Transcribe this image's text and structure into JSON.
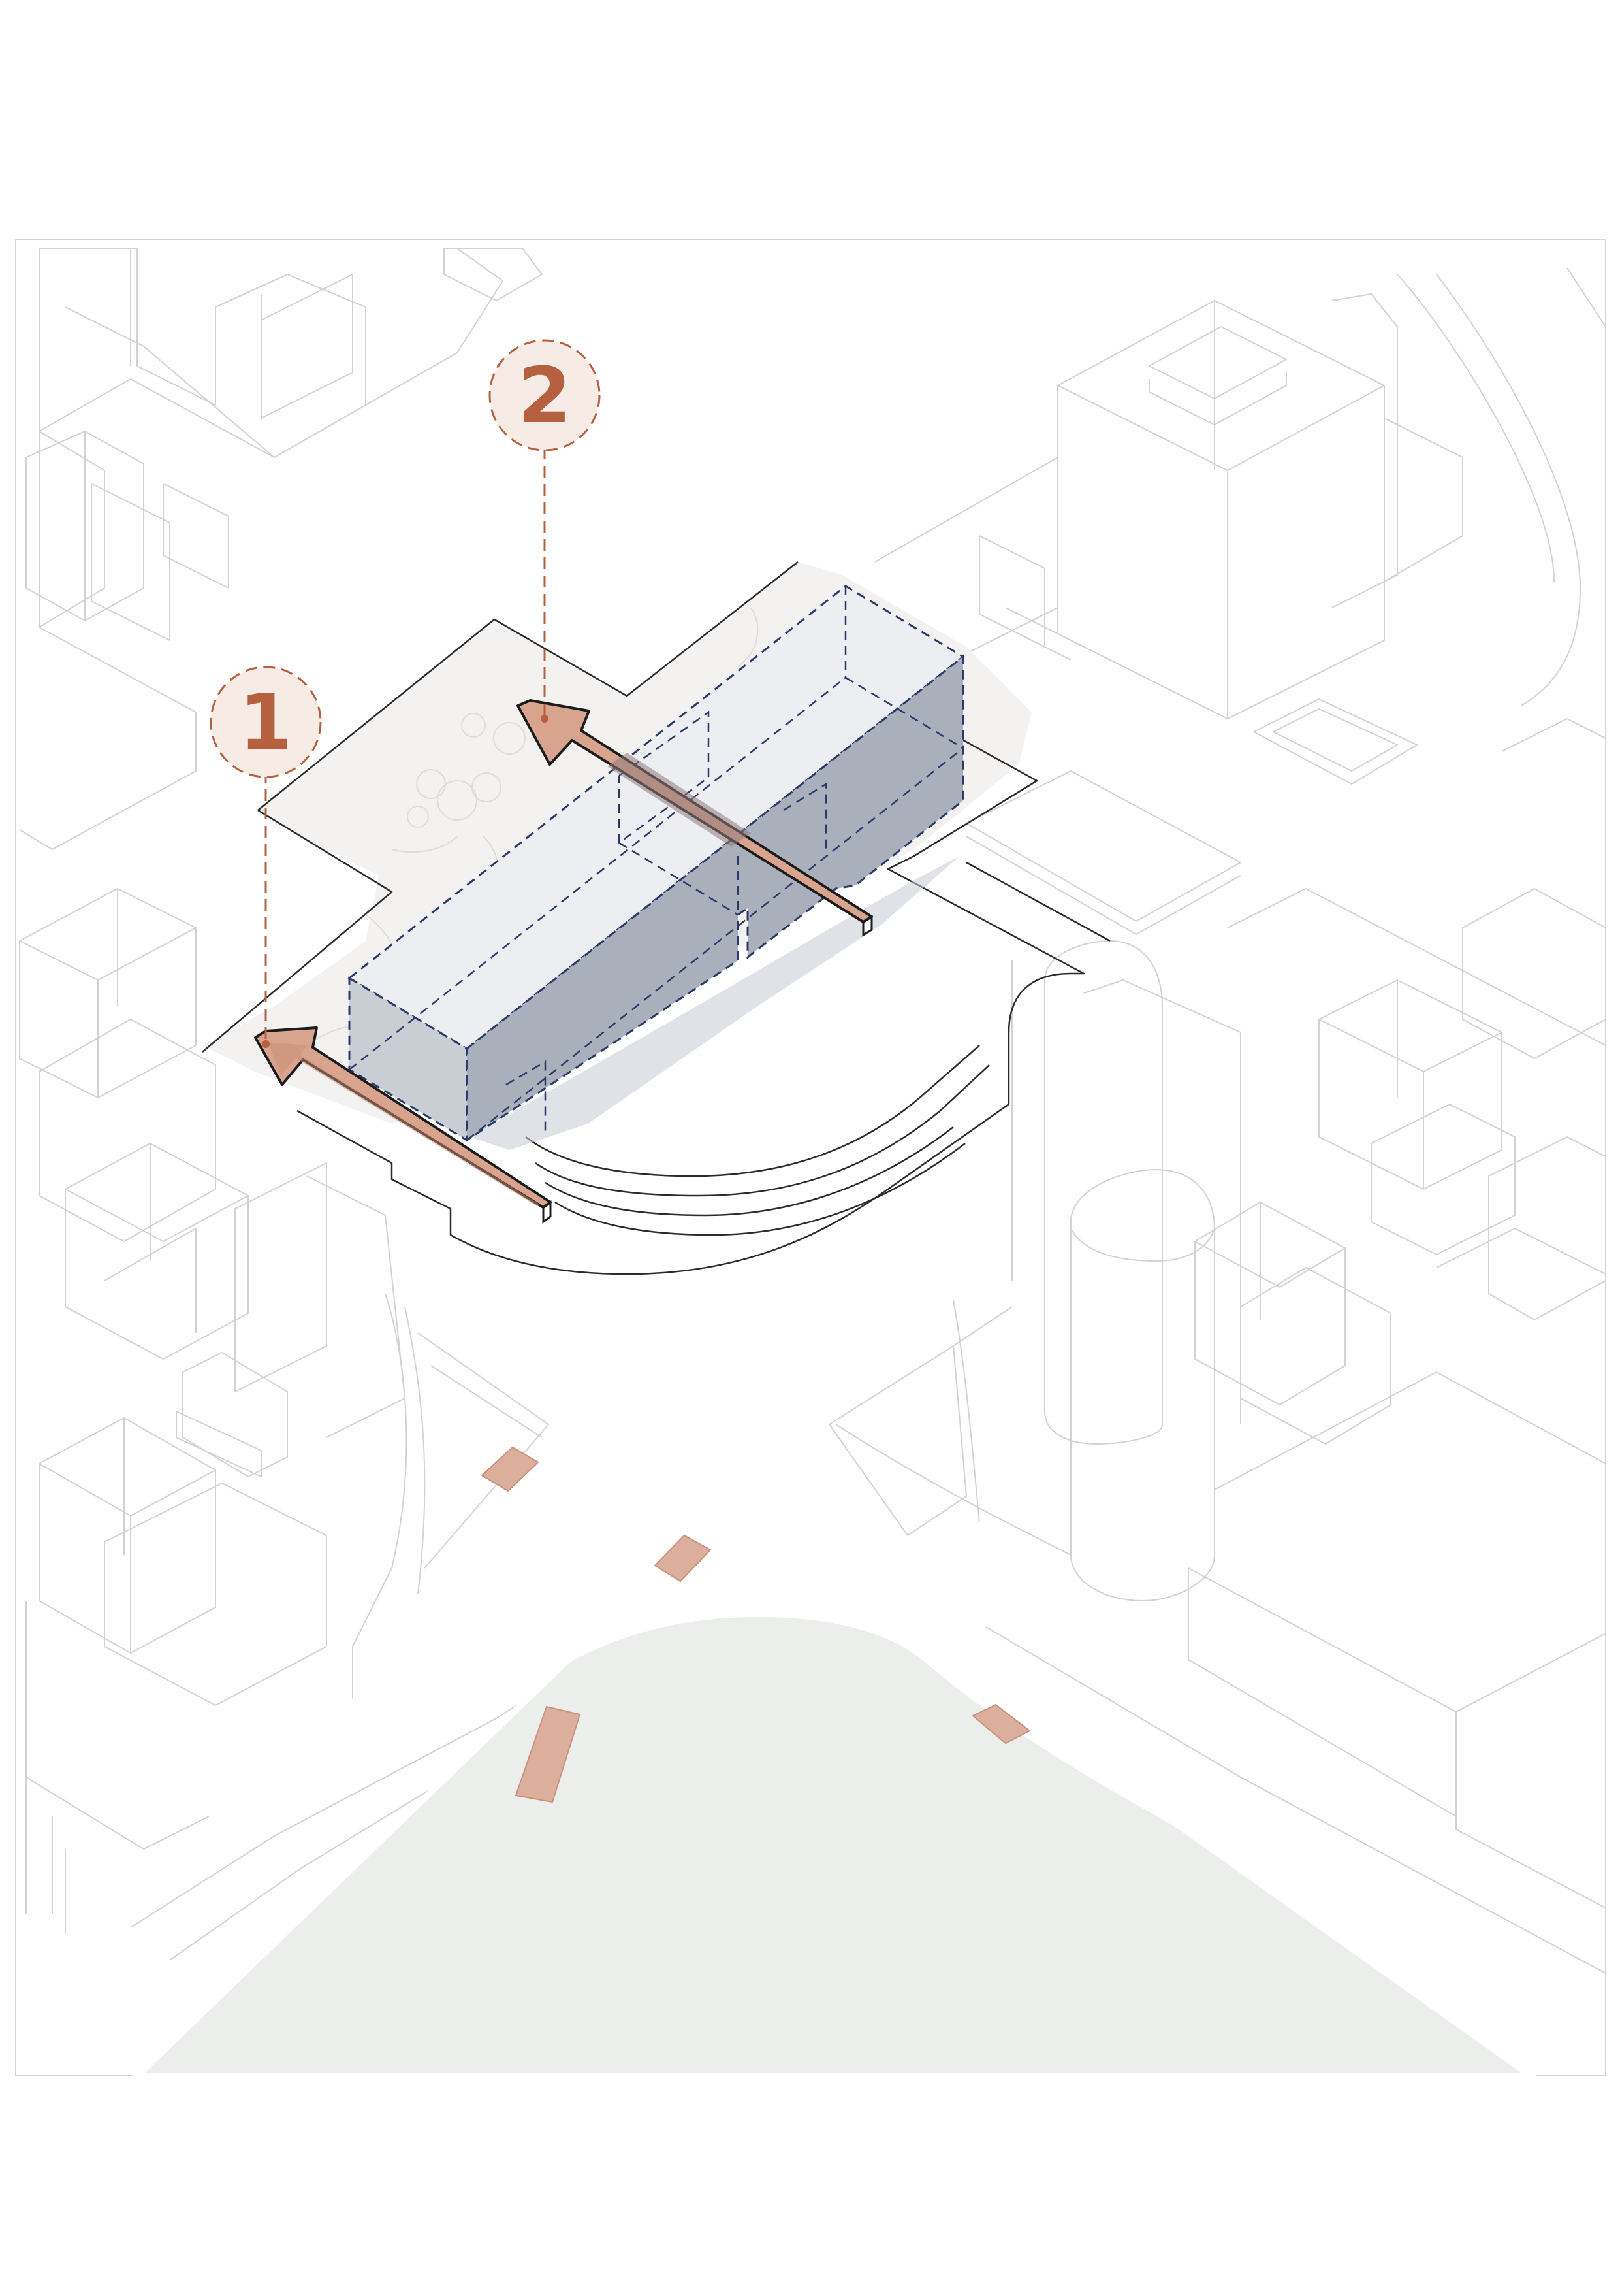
{
  "diagram": {
    "markers": [
      {
        "id": "1",
        "label": "1"
      },
      {
        "id": "2",
        "label": "2"
      }
    ],
    "colors": {
      "background": "#ffffff",
      "context_lines": "#cfcfcf",
      "site_outline": "#2b2b2b",
      "plaza_fill": "#f3f2f0",
      "green_area": "#eceeeb",
      "building_top": "#eceef1",
      "building_side_dark": "#a9b0bb",
      "building_side_light": "#c9ced5",
      "building_dash": "#2c3a6b",
      "arrow_fill": "#d9a48e",
      "arrow_stroke": "#1c1c1c",
      "marker_accent": "#b5603f",
      "marker_fill": "#f7ebe6",
      "road_block": "#dcaf9c"
    }
  }
}
